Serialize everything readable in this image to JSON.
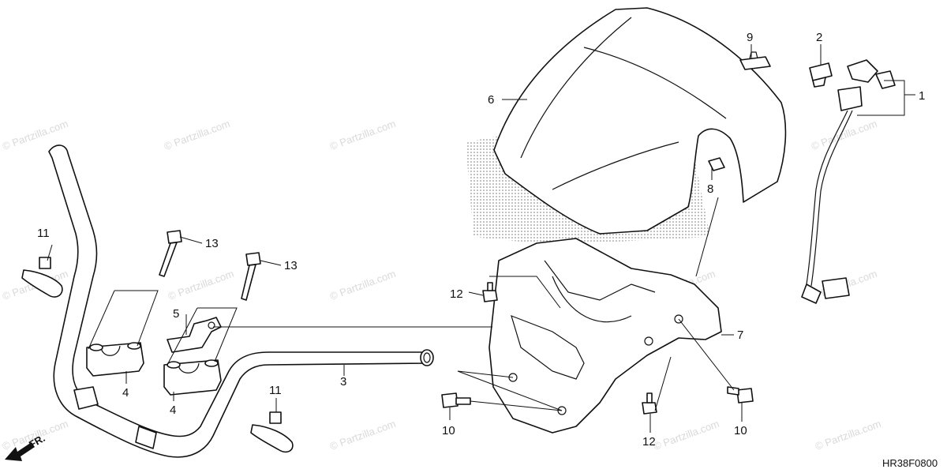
{
  "diagram": {
    "code": "HR38F0800",
    "direction_label": "FR.",
    "watermark": "© Partzilla.com",
    "callouts": {
      "c1": "1",
      "c2": "2",
      "c3": "3",
      "c4a": "4",
      "c4b": "4",
      "c5": "5",
      "c6": "6",
      "c7": "7",
      "c8": "8",
      "c9": "9",
      "c10a": "10",
      "c10b": "10",
      "c11a": "11",
      "c11b": "11",
      "c12a": "12",
      "c12b": "12",
      "c13a": "13",
      "c13b": "13"
    }
  }
}
